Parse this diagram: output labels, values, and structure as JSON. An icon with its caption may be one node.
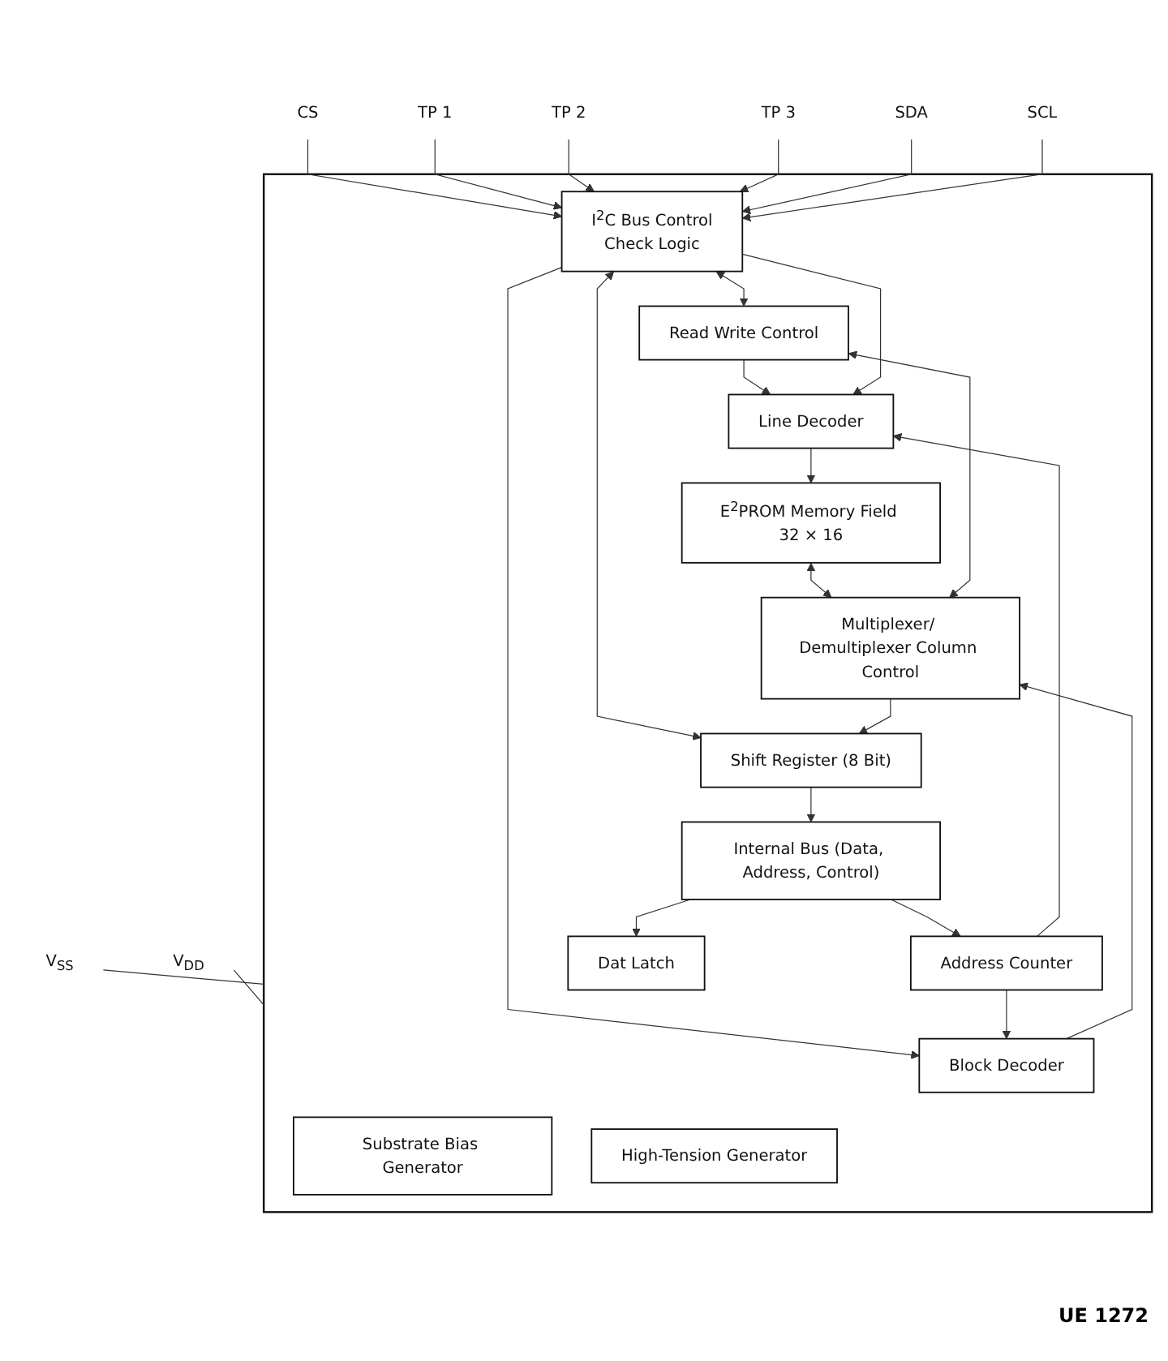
{
  "diagram": {
    "nodes": [
      {
        "text": [],
        "shape": "box"
      },
      {
        "text": [
          "V$_{SS}$"
        ]
      },
      {
        "text": [
          "V$_{DD}$"
        ]
      },
      {
        "text": [
          "Substrate Bias Generator"
        ],
        "in": 0
      },
      {
        "text": [
          "High-Tension Generator"
        ],
        "in": 0
      },
      {
        "text": [
          "I$^{2}$C Bus Control",
          "Check Logic"
        ],
        "in": 0
      },
      {
        "text": [
          "Read Write Control"
        ],
        "in": 0
      },
      {
        "text": [
          "Line Decoder"
        ],
        "in": 0
      },
      {
        "text": [
          "E$^{2}$PROM Memory Field 32 × 16"
        ],
        "in": 0
      },
      {
        "text": [
          "Block Decoder"
        ],
        "in": 0
      },
      {
        "text": [
          "Multiplexer/ Demultiplexer Column Control"
        ],
        "in": 0
      },
      {
        "text": [
          "Address Counter"
        ],
        "in": 0
      },
      {
        "text": [
          "Dat Latch"
        ],
        "in": 0
      },
      {
        "text": [
          "Internal Bus (Data, Address, Control)"
        ],
        "in": 0
      },
      {
        "text": [
          "Shift Register (8 Bit)"
        ],
        "in": 0
      },
      {
        "text": [
          "CS"
        ]
      },
      {
        "text": [
          "TP 1"
        ]
      },
      {
        "text": [
          "TP 2"
        ]
      },
      {
        "text": [
          "TP 3"
        ]
      },
      {
        "text": [
          "SDA"
        ]
      },
      {
        "text": [
          "SCL"
        ]
      }
    ],
    "edges": [
      {
        "from": 1,
        "to": 0,
        "arrow": "none"
      },
      {
        "from": 2,
        "to": 0,
        "arrow": "none"
      },
      {
        "from": 15,
        "to": 5,
        "arrow": "to"
      },
      {
        "from": 16,
        "to": 5,
        "arrow": "to"
      },
      {
        "from": 17,
        "to": 5,
        "arrow": "to"
      },
      {
        "from": 18,
        "to": 5,
        "arrow": "to"
      },
      {
        "from": 19,
        "to": 5,
        "arrow": "to"
      },
      {
        "from": 20,
        "to": 5,
        "arrow": "to"
      },
      {
        "from": 5,
        "to": 6,
        "arrow": "both"
      },
      {
        "from": 6,
        "to": 7,
        "arrow": "to"
      },
      {
        "from": 5,
        "to": 7,
        "arrow": "to"
      },
      {
        "from": 5,
        "to": 9,
        "arrow": "to"
      },
      {
        "from": 11,
        "to": 7,
        "arrow": "to"
      },
      {
        "from": 11,
        "to": 9,
        "arrow": "to"
      },
      {
        "from": 7,
        "to": 8,
        "arrow": "to"
      },
      {
        "from": 8,
        "to": 10,
        "arrow": "both"
      },
      {
        "from": 6,
        "to": 10,
        "arrow": "both"
      },
      {
        "from": 9,
        "to": 10,
        "arrow": "to"
      },
      {
        "from": 13,
        "to": 11,
        "arrow": "to"
      },
      {
        "from": 13,
        "to": 12,
        "arrow": "to"
      },
      {
        "from": 14,
        "to": 13,
        "arrow": "to"
      },
      {
        "from": 5,
        "to": 14,
        "arrow": "both"
      },
      {
        "from": 10,
        "to": 14,
        "arrow": "to"
      }
    ],
    "labels": [
      "UE 1272"
    ]
  }
}
